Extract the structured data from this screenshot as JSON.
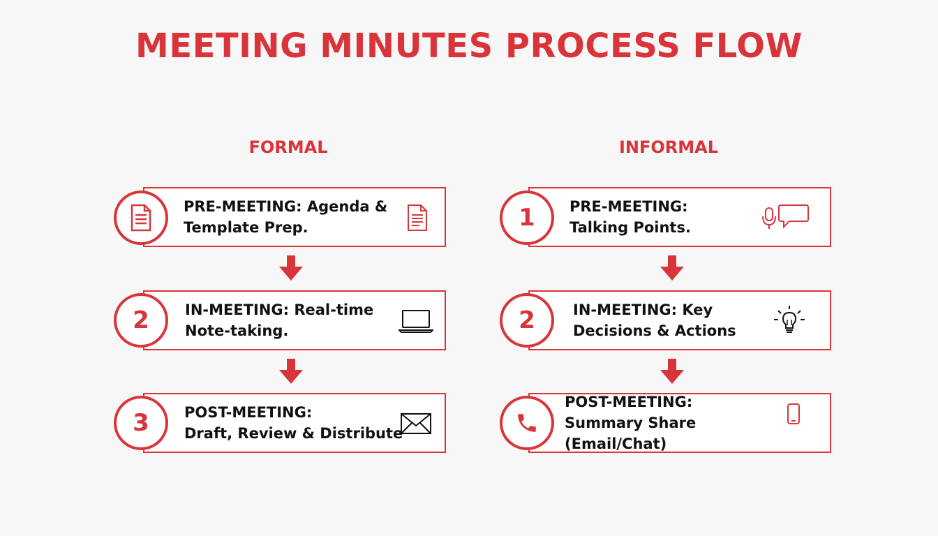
{
  "title": "MEETING MINUTES PROCESS FLOW",
  "accent_color": "#d9343a",
  "columns": [
    {
      "heading": "FORMAL",
      "steps": [
        {
          "badge": "",
          "badge_icon": "document-icon",
          "line1": "PRE-MEETING: Agenda &",
          "line2": "Template Prep.",
          "icon": "document-icon"
        },
        {
          "badge": "2",
          "line1": "IN-MEETING: Real-time",
          "line2": "Note-taking.",
          "icon": "laptop-icon"
        },
        {
          "badge": "3",
          "line1": "POST-MEETING:",
          "line2": "Draft, Review & Distribute",
          "icon": "envelope-icon"
        }
      ]
    },
    {
      "heading": "INFORMAL",
      "steps": [
        {
          "badge": "1",
          "line1": "PRE-MEETING:",
          "line2": "Talking Points.",
          "icon": "microphone-chat-icon"
        },
        {
          "badge": "2",
          "line1": "IN-MEETING: Key",
          "line2": "Decisions & Actions",
          "icon": "lightbulb-icon"
        },
        {
          "badge": "",
          "badge_icon": "phone-icon",
          "line1": "POST-MEETING:",
          "line2": "Summary Share (Email/Chat)",
          "icon": "mobile-phone-icon"
        }
      ]
    }
  ]
}
